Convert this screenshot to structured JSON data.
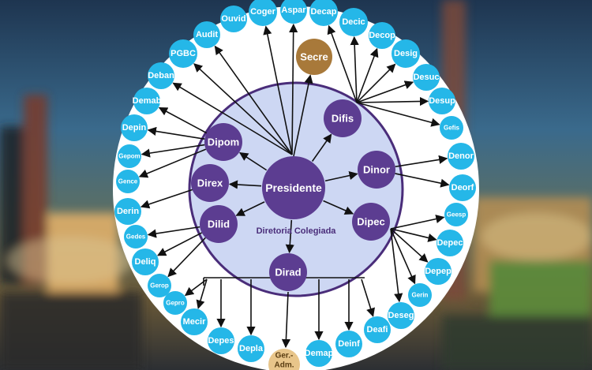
{
  "colors": {
    "dept_blue": "#25b7e8",
    "director_purple": "#5c3d91",
    "secretary_brown": "#a8793a",
    "admin_tan": "#e8c58a",
    "inner_circle_fill": "#cdd7f3",
    "inner_circle_stroke": "#4a2d7a",
    "outer_ring": "#ffffff"
  },
  "center": {
    "label": "Presidente"
  },
  "inner_caption": "Diretoria Colegiada",
  "secretary": {
    "label": "Secre"
  },
  "directors": [
    {
      "id": "difis",
      "label": "Difis"
    },
    {
      "id": "dipom",
      "label": "Dipom"
    },
    {
      "id": "dinor",
      "label": "Dinor"
    },
    {
      "id": "direx",
      "label": "Direx"
    },
    {
      "id": "dilid",
      "label": "Dilid"
    },
    {
      "id": "dipec",
      "label": "Dipec"
    },
    {
      "id": "dirad",
      "label": "Dirad"
    }
  ],
  "departments": [
    "Coger",
    "Aspar",
    "Decap",
    "Decic",
    "Decop",
    "Desig",
    "Desuc",
    "Desup",
    "Gefis",
    "Denor",
    "Deorf",
    "Geesp",
    "Depec",
    "Depep",
    "Gerin",
    "Deseg",
    "Deafi",
    "Deinf",
    "Demap",
    "Depla",
    "Depes",
    "Mecir",
    "Gepro",
    "Gerop",
    "Deliq",
    "Gedes",
    "Derin",
    "Gence",
    "Gepom",
    "Depin",
    "Demab",
    "Deban",
    "PGBC",
    "Audit",
    "Ouvid"
  ],
  "admin": {
    "label_line1": "Ger.-",
    "label_line2": "Adm."
  }
}
